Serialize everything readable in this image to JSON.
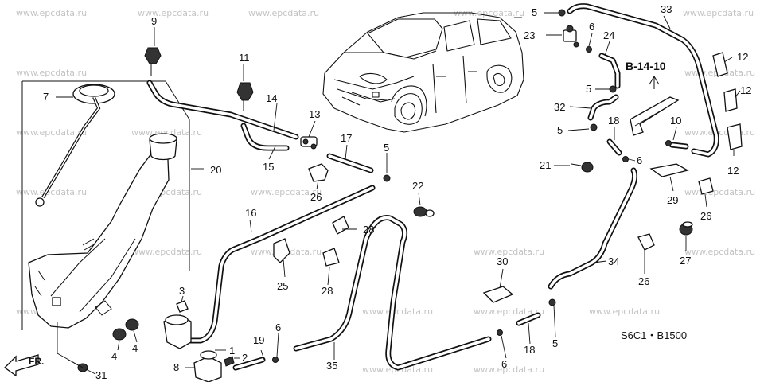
{
  "watermark": "www.epcdata.ru",
  "diagram_code": "S6C1・B1500",
  "reference_label": "B-14-10",
  "front_label": "FR.",
  "callouts": {
    "c1": "1",
    "c2": "2",
    "c3": "3",
    "c4a": "4",
    "c4b": "4",
    "c5a": "5",
    "c5b": "5",
    "c5c": "5",
    "c5d": "5",
    "c5e": "5",
    "c6a": "6",
    "c6b": "6",
    "c6c": "6",
    "c6d": "6",
    "c7": "7",
    "c8": "8",
    "c9": "9",
    "c10": "10",
    "c11": "11",
    "c12a": "12",
    "c12b": "12",
    "c12c": "12",
    "c13": "13",
    "c14": "14",
    "c15": "15",
    "c16": "16",
    "c17": "17",
    "c18a": "18",
    "c18b": "18",
    "c19": "19",
    "c20": "20",
    "c21": "21",
    "c22": "22",
    "c23": "23",
    "c24": "24",
    "c25": "25",
    "c26a": "26",
    "c26b": "26",
    "c26c": "26",
    "c27": "27",
    "c28a": "28",
    "c28b": "28",
    "c29": "29",
    "c30": "30",
    "c31": "31",
    "c32": "32",
    "c33": "33",
    "c34": "34",
    "c35": "35"
  }
}
